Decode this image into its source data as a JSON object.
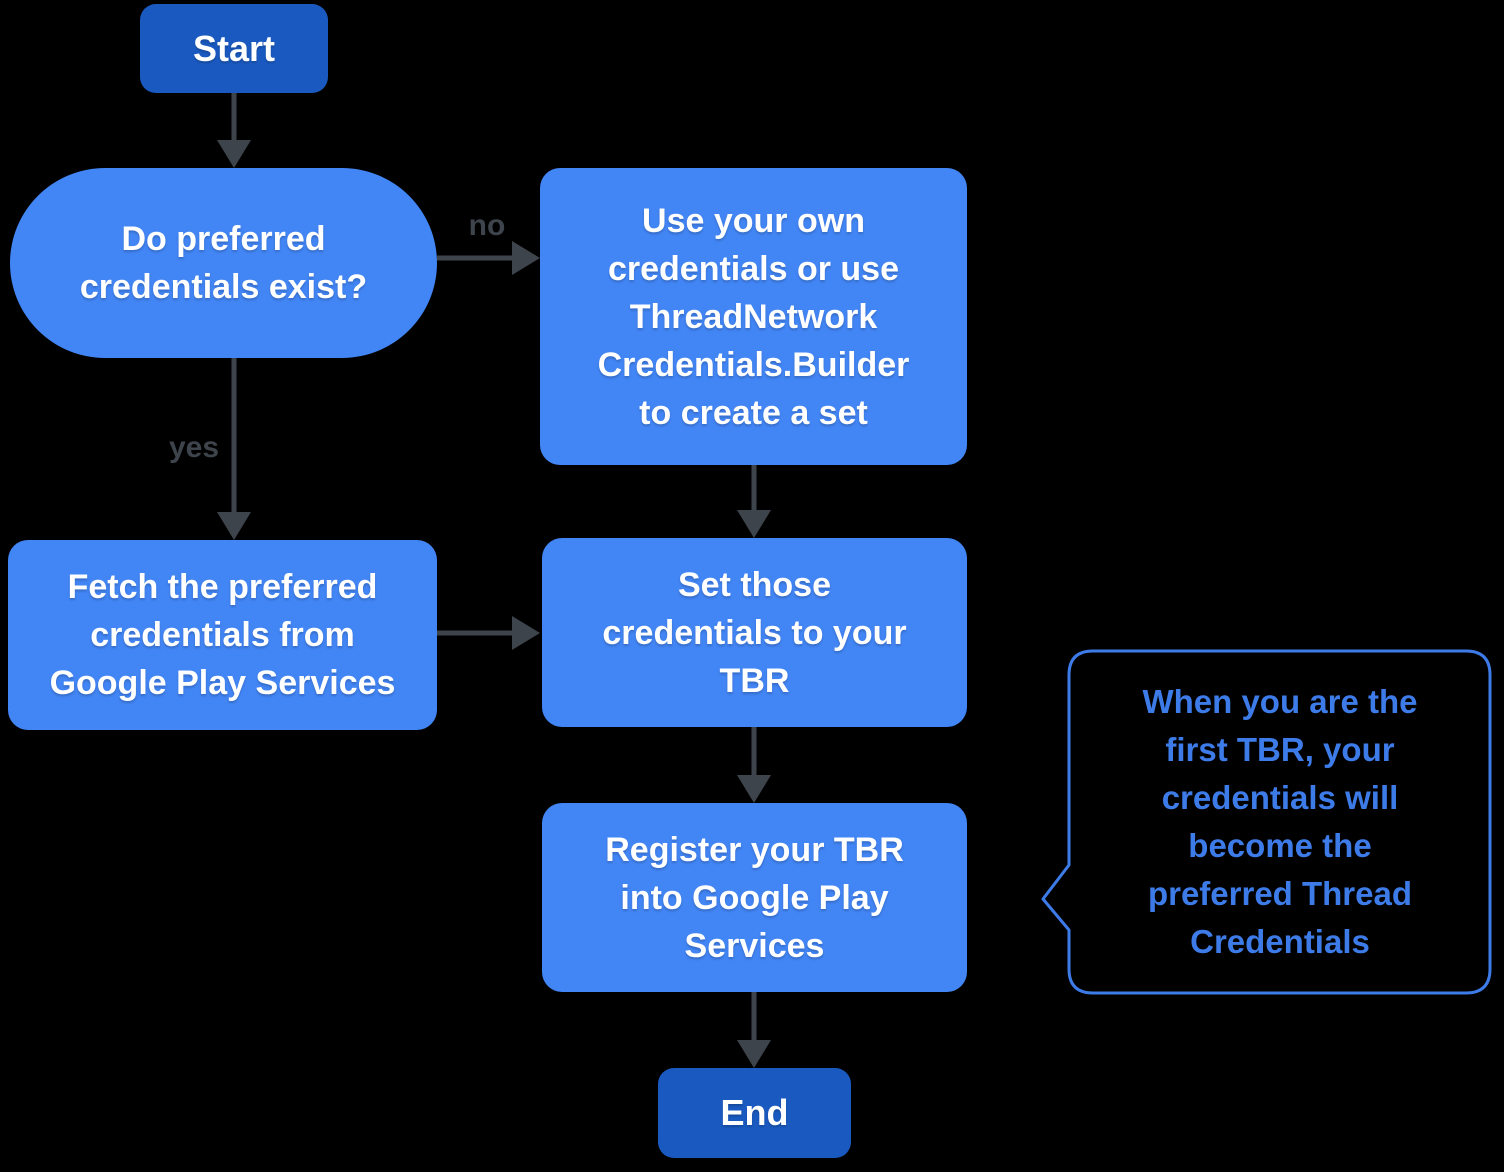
{
  "colors": {
    "background": "#000000",
    "process_node_blue": "#4285f4",
    "terminal_node_blue": "#1a5ac0",
    "arrow_gray": "#3e444c",
    "callout_blue": "#3d7ce8",
    "node_text_white": "#ffffff"
  },
  "nodes": {
    "start": {
      "label": "Start"
    },
    "decision": {
      "label": "Do preferred\ncredentials exist?"
    },
    "use_own": {
      "label": "Use your own\ncredentials or use\nThreadNetwork\nCredentials.Builder\nto create a set"
    },
    "fetch": {
      "label": "Fetch the preferred\ncredentials from\nGoogle Play Services"
    },
    "set_tbr": {
      "label": "Set those\ncredentials to your\nTBR"
    },
    "register": {
      "label": "Register your TBR\ninto Google Play\nServices"
    },
    "end": {
      "label": "End"
    }
  },
  "edge_labels": {
    "no": "no",
    "yes": "yes"
  },
  "callout": {
    "text": "When you are the\nfirst TBR, your\ncredentials will\nbecome the\npreferred Thread\nCredentials"
  }
}
